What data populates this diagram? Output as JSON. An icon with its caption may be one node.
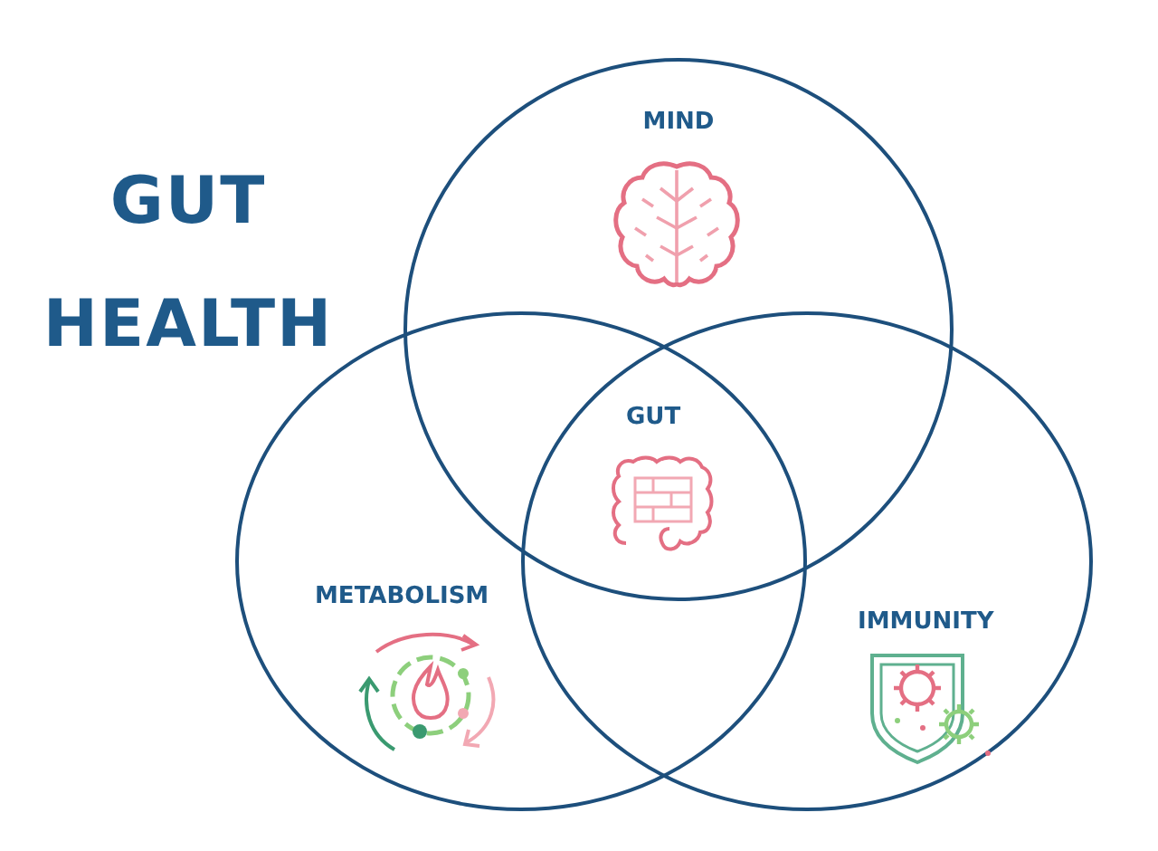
{
  "diagram": {
    "title": "GUT HEALTH",
    "nodes": [
      {
        "text": [
          "MIND"
        ]
      },
      {
        "text": [
          "METABOLISM"
        ]
      },
      {
        "text": [
          "IMMUNITY"
        ]
      }
    ],
    "labels": [
      "GUT"
    ]
  }
}
